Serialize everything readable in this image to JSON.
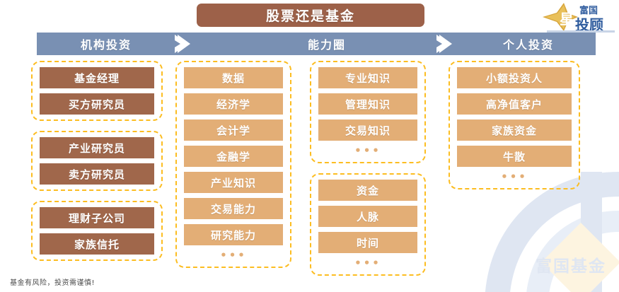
{
  "title": "股票还是基金",
  "logo": {
    "star_char": "星",
    "brand_top": "富国",
    "brand_bottom": "投顾"
  },
  "header": {
    "sections": [
      {
        "label": "机构投资"
      },
      {
        "label": "能力圈"
      },
      {
        "label": "个人投资"
      }
    ],
    "separator_icon": "chevron-right-icon",
    "bar_color": "#7990b3"
  },
  "colors": {
    "title_banner": "#9d6149",
    "chip_dark": "#a0674b",
    "chip_tan": "#e3ae76",
    "dashed_border": "#fcbd21",
    "watermark": "#dfe6f2"
  },
  "columns": [
    {
      "name": "institutional-column",
      "groups": [
        {
          "style": "dark",
          "items": [
            "基金经理",
            "买方研究员"
          ],
          "ellipsis": ""
        },
        {
          "style": "dark",
          "items": [
            "产业研究员",
            "卖方研究员"
          ],
          "ellipsis": ""
        },
        {
          "style": "dark",
          "items": [
            "理财子公司",
            "家族信托"
          ],
          "ellipsis": ""
        }
      ]
    },
    {
      "name": "competence-knowledge-column",
      "groups": [
        {
          "style": "tan",
          "items": [
            "数据",
            "经济学",
            "会计学",
            "金融学",
            "产业知识",
            "交易能力",
            "研究能力"
          ],
          "ellipsis": "•••"
        }
      ]
    },
    {
      "name": "competence-resource-column",
      "groups": [
        {
          "style": "tan",
          "items": [
            "专业知识",
            "管理知识",
            "交易知识"
          ],
          "ellipsis": "•••"
        },
        {
          "style": "tan",
          "items": [
            "资金",
            "人脉",
            "时间"
          ],
          "ellipsis": "•••"
        }
      ]
    },
    {
      "name": "individual-column",
      "groups": [
        {
          "style": "tan",
          "items": [
            "小额投资人",
            "高净值客户",
            "家族资金",
            "牛散"
          ],
          "ellipsis": "•••"
        }
      ]
    }
  ],
  "footer": {
    "disclaimer": "基金有风险，投资需谨慎!"
  },
  "watermark": {
    "text": "富国基金"
  }
}
